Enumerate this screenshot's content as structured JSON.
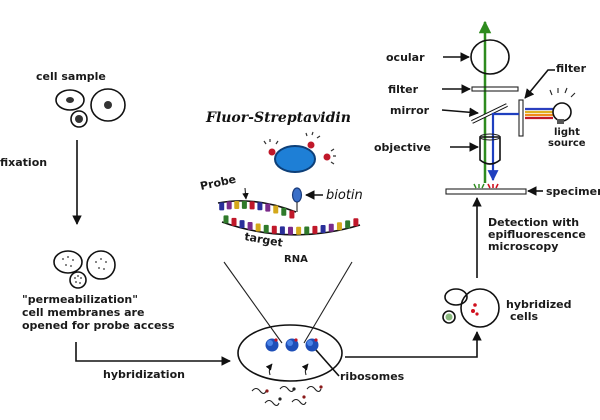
{
  "diagram": {
    "title": "Fluor-Streptavidin",
    "steps": {
      "cell_sample": "cell sample",
      "fixation": "fixation",
      "permeabilization": [
        "\"permeabilization\"",
        "cell membranes are",
        "opened for probe access"
      ],
      "hybridization": "hybridization",
      "hybridized_cells": [
        "hybridized",
        "cells"
      ],
      "detection": [
        "Detection with",
        "epifluorescence",
        "microscopy"
      ]
    },
    "molecular_labels": {
      "probe": "Probe",
      "biotin": "biotin",
      "target_rna": [
        "target",
        "RNA"
      ],
      "ribosomes": "ribosomes"
    },
    "microscope_labels": {
      "ocular": "ocular",
      "filter_top": "filter",
      "filter_side": "filter",
      "mirror": "mirror",
      "objective": "objective",
      "light_source": [
        "light",
        "source"
      ],
      "specimen": "specimen"
    },
    "colors": {
      "streptavidin": "#1e7fd6",
      "fluor": "#c0182a",
      "emission_green": "#2e8b1e",
      "excitation_blue": "#1f3fbf",
      "light_orange": "#f08a1c",
      "rna_bases": [
        "#2f7a2a",
        "#2a2f9a",
        "#d4a81a",
        "#c0182a",
        "#7a2a8a"
      ]
    }
  }
}
